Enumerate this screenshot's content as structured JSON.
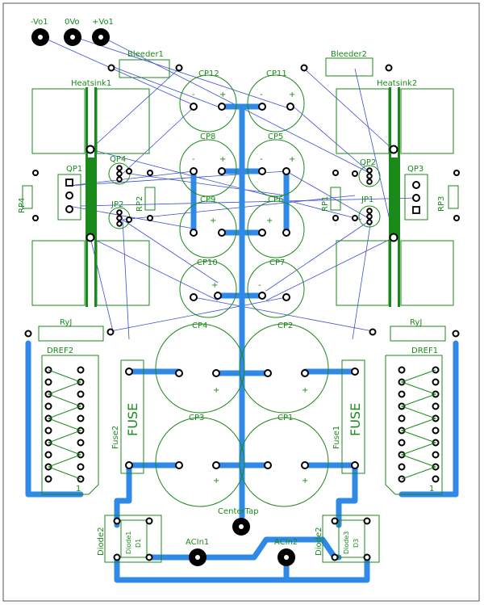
{
  "colors": {
    "silkscreen": "#1a8a1a",
    "copper_trace": "#2f89e6",
    "ratsnest": "#3a4dd6",
    "pad": "#000000",
    "background": "#ffffff"
  },
  "terminals": {
    "neg_out": "-Vo1",
    "gnd_out": "0Vo",
    "pos_out": "+Vo1",
    "center_tap": "CenterTap",
    "ac_in1": "ACIn1",
    "ac_in2": "ACIn2"
  },
  "resistors": {
    "bleeder1": "Bleeder1",
    "bleeder2": "Bleeder2",
    "rp1": "RP1",
    "rp2": "RP2",
    "rp3": "RP3",
    "rp4": "RP4",
    "ryj_left": "RyJ",
    "ryj_right": "RyJ"
  },
  "heatsinks": {
    "left": "Heatsink1",
    "right": "Heatsink2"
  },
  "regulators": {
    "qp1": "QP1",
    "qp2": "QP2",
    "qp3": "QP3",
    "qp4": "QP4",
    "jp1": "JP1",
    "jp2": "JP2"
  },
  "capacitors_small": [
    "CP12",
    "CP11",
    "CP8",
    "CP5",
    "CP9",
    "CP6",
    "CP10",
    "CP7"
  ],
  "capacitors_large": [
    "CP4",
    "CP2",
    "CP3",
    "CP1"
  ],
  "polarity": {
    "plus": "+",
    "minus": "-"
  },
  "headers": {
    "left": "DREF2",
    "right": "DREF1"
  },
  "fuses": {
    "left_ref": "Fuse2",
    "right_ref": "Fuse1",
    "body_text": "FUSE"
  },
  "diodes": {
    "left_bridge": "Diode2",
    "left_inner_a": "Diode1",
    "left_inner_b": "D1",
    "right_bridge": "Diode2",
    "right_inner_a": "Diode3",
    "right_inner_b": "D3"
  },
  "misc": {
    "pin_one_marker": "1"
  }
}
